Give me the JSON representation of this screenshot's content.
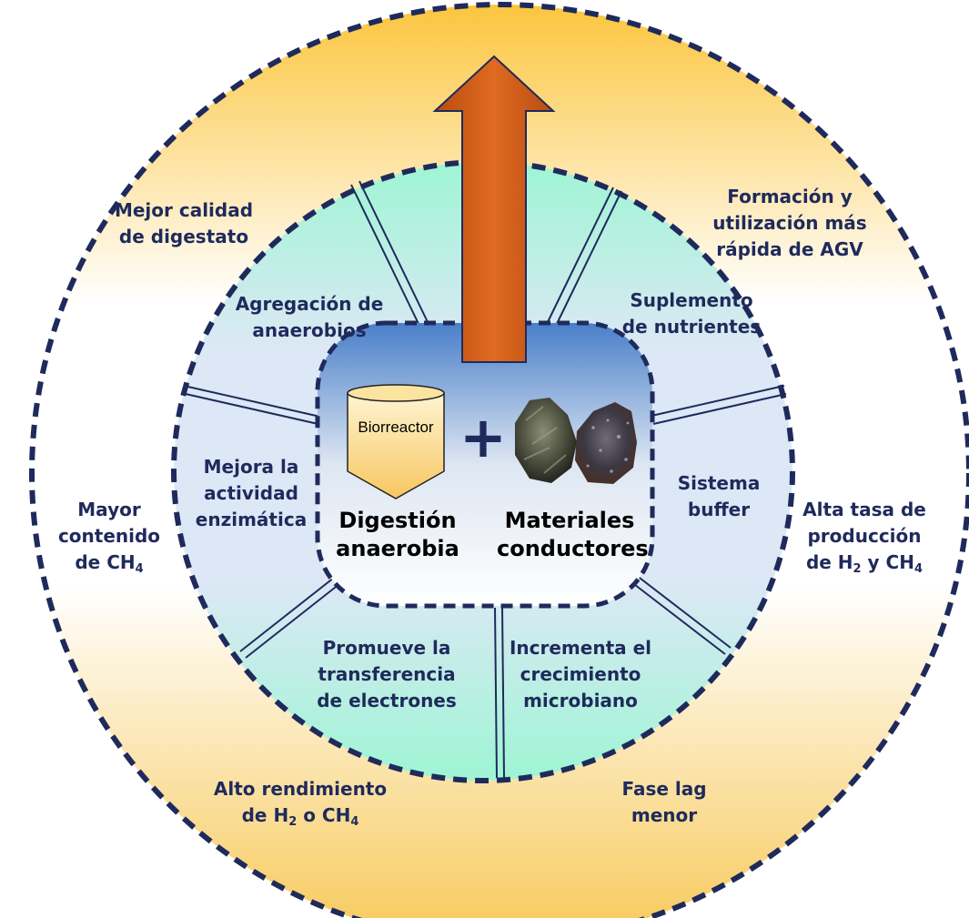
{
  "colors": {
    "outer_ring_gradient": [
      "#fbc53e",
      "#ffffff",
      "#f7c95a"
    ],
    "middle_ring_gradient": [
      "#9ef5d4",
      "#dce8f5",
      "#9ef5d4"
    ],
    "center_gradient": [
      "#4a7fc9",
      "#ffffff"
    ],
    "arrow": "#d4621d",
    "dashed_border": "#1f2a5c",
    "label_text": "#1f2a5c"
  },
  "center": {
    "bioreactor_label": "Biorreactor",
    "plus_symbol": "+",
    "left_lines": [
      "Digestión",
      "anaerobia"
    ],
    "right_lines": [
      "Materiales",
      "conductores"
    ]
  },
  "middle_ring": [
    {
      "lines": [
        "Agregación de",
        "anaerobios"
      ]
    },
    {
      "lines": [
        "Suplemento",
        "de nutrientes"
      ]
    },
    {
      "lines": [
        "Mejora la",
        "actividad",
        "enzimática"
      ]
    },
    {
      "lines": [
        "Sistema",
        "buffer"
      ]
    },
    {
      "lines": [
        "Promueve la",
        "transferencia",
        "de electrones"
      ]
    },
    {
      "lines": [
        "Incrementa el",
        "crecimiento",
        "microbiano"
      ]
    }
  ],
  "outer_ring": [
    {
      "lines": [
        "Mejor calidad",
        "de digestato"
      ]
    },
    {
      "lines": [
        "Formación y",
        "utilización más",
        "rápida de AGV"
      ]
    },
    {
      "lines": [
        "Mayor",
        "contenido",
        "de CH"
      ],
      "last_sub": "4"
    },
    {
      "lines": [
        "Alta tasa de",
        "producción",
        "de H"
      ],
      "last_sub": "2",
      "last_tail": " y CH",
      "last_tail_sub": "4"
    },
    {
      "lines": [
        "Alto rendimiento",
        "de H"
      ],
      "last_sub": "2",
      "last_tail": " o CH",
      "last_tail_sub": "4"
    },
    {
      "lines": [
        "Fase lag",
        "menor"
      ]
    }
  ]
}
